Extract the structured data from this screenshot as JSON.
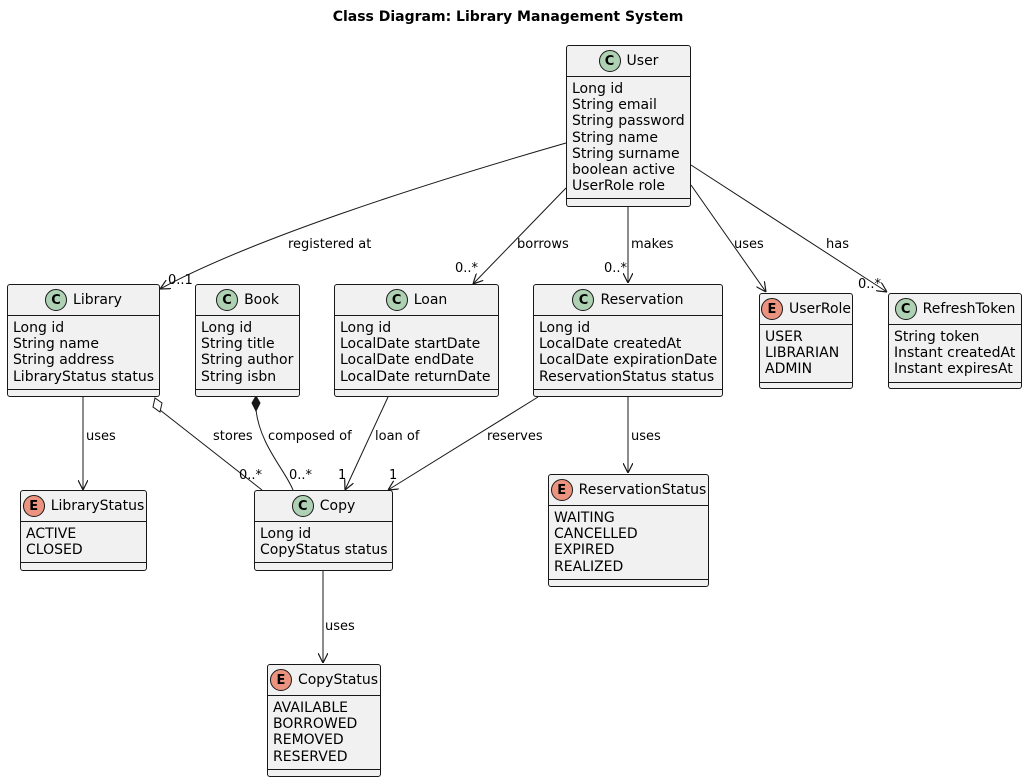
{
  "title": "Class Diagram: Library Management System",
  "classes": {
    "user": {
      "stereotype": "C",
      "name": "User",
      "attributes": [
        "Long id",
        "String email",
        "String password",
        "String name",
        "String surname",
        "boolean active",
        "UserRole role"
      ]
    },
    "library": {
      "stereotype": "C",
      "name": "Library",
      "attributes": [
        "Long id",
        "String name",
        "String address",
        "LibraryStatus status"
      ]
    },
    "book": {
      "stereotype": "C",
      "name": "Book",
      "attributes": [
        "Long id",
        "String title",
        "String author",
        "String isbn"
      ]
    },
    "loan": {
      "stereotype": "C",
      "name": "Loan",
      "attributes": [
        "Long id",
        "LocalDate startDate",
        "LocalDate endDate",
        "LocalDate returnDate"
      ]
    },
    "reservation": {
      "stereotype": "C",
      "name": "Reservation",
      "attributes": [
        "Long id",
        "LocalDate createdAt",
        "LocalDate expirationDate",
        "ReservationStatus status"
      ]
    },
    "userrole": {
      "stereotype": "E",
      "name": "UserRole",
      "attributes": [
        "USER",
        "LIBRARIAN",
        "ADMIN"
      ]
    },
    "refreshtoken": {
      "stereotype": "C",
      "name": "RefreshToken",
      "attributes": [
        "String token",
        "Instant createdAt",
        "Instant expiresAt"
      ]
    },
    "librarystatus": {
      "stereotype": "E",
      "name": "LibraryStatus",
      "attributes": [
        "ACTIVE",
        "CLOSED"
      ]
    },
    "copy": {
      "stereotype": "C",
      "name": "Copy",
      "attributes": [
        "Long id",
        "CopyStatus status"
      ]
    },
    "reservationstatus": {
      "stereotype": "E",
      "name": "ReservationStatus",
      "attributes": [
        "WAITING",
        "CANCELLED",
        "EXPIRED",
        "REALIZED"
      ]
    },
    "copystatus": {
      "stereotype": "E",
      "name": "CopyStatus",
      "attributes": [
        "AVAILABLE",
        "BORROWED",
        "REMOVED",
        "RESERVED"
      ]
    }
  },
  "relations": [
    {
      "id": "user-library",
      "label": "registered at",
      "target_mult": "0..1"
    },
    {
      "id": "user-loan",
      "label": "borrows",
      "target_mult": "0..*"
    },
    {
      "id": "user-reservation",
      "label": "makes",
      "target_mult": "0..*"
    },
    {
      "id": "user-userrole",
      "label": "uses",
      "target_mult": ""
    },
    {
      "id": "user-refreshtoken",
      "label": "has",
      "target_mult": "0..*"
    },
    {
      "id": "library-librarystatus",
      "label": "uses",
      "target_mult": ""
    },
    {
      "id": "library-copy",
      "label": "stores",
      "target_mult": "0..*"
    },
    {
      "id": "book-copy",
      "label": "composed of",
      "target_mult": "0..*"
    },
    {
      "id": "loan-copy",
      "label": "loan of",
      "target_mult": "1"
    },
    {
      "id": "reservation-copy",
      "label": "reserves",
      "target_mult": "1"
    },
    {
      "id": "reservation-reservationstatus",
      "label": "uses",
      "target_mult": ""
    },
    {
      "id": "copy-copystatus",
      "label": "uses",
      "target_mult": ""
    }
  ],
  "colors": {
    "class_icon": "#add1b2",
    "enum_icon": "#eb937f",
    "box_fill": "#f1f1f1",
    "border": "#181818"
  }
}
